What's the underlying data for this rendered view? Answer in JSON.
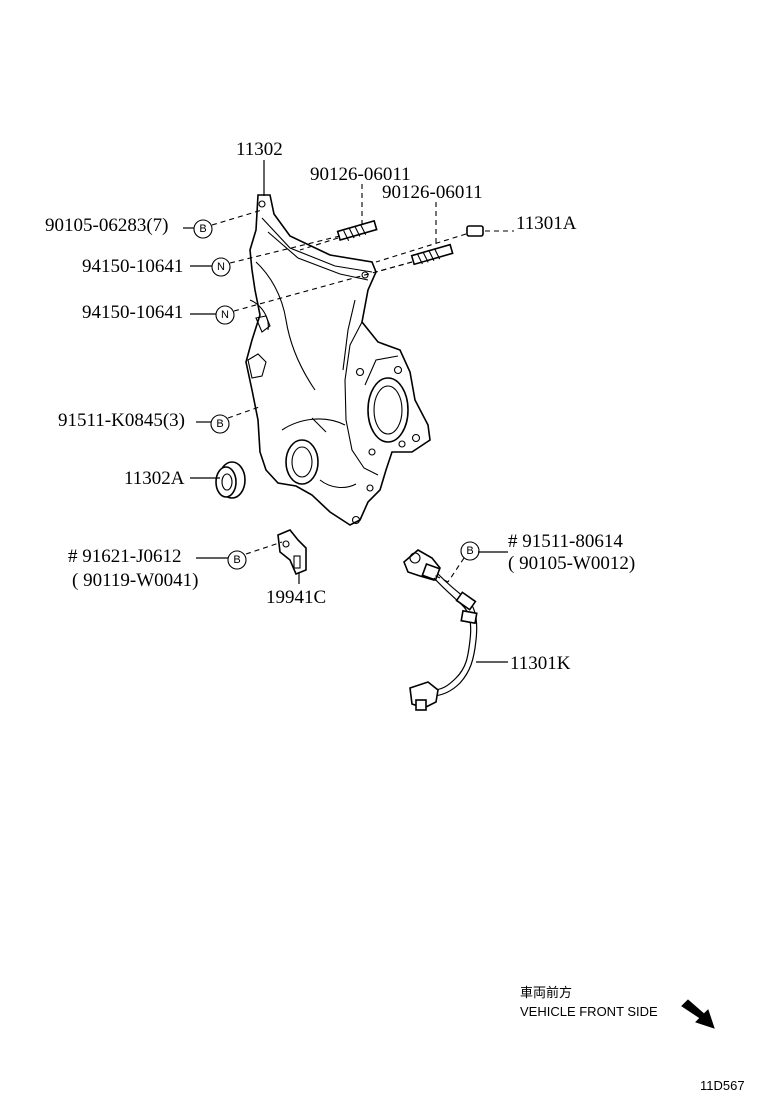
{
  "labels": {
    "p11302": "11302",
    "p90126_a": "90126-06011",
    "p90126_b": "90126-06011",
    "p11301A": "11301A",
    "p90105_06283": "90105-06283(7)",
    "p94150_a": "94150-10641",
    "p94150_b": "94150-10641",
    "p91511_K0845": "91511-K0845(3)",
    "p11302A": "11302A",
    "p91621": "# 91621-J0612",
    "p90119": "( 90119-W0041)",
    "p19941C": "19941C",
    "p91511_80614": "# 91511-80614",
    "p90105_W0012": "( 90105-W0012)",
    "p11301K": "11301K"
  },
  "callouts": {
    "b": "B",
    "n": "N"
  },
  "direction": {
    "jp": "車両前方",
    "en": "VEHICLE FRONT SIDE"
  },
  "code": "11D567"
}
